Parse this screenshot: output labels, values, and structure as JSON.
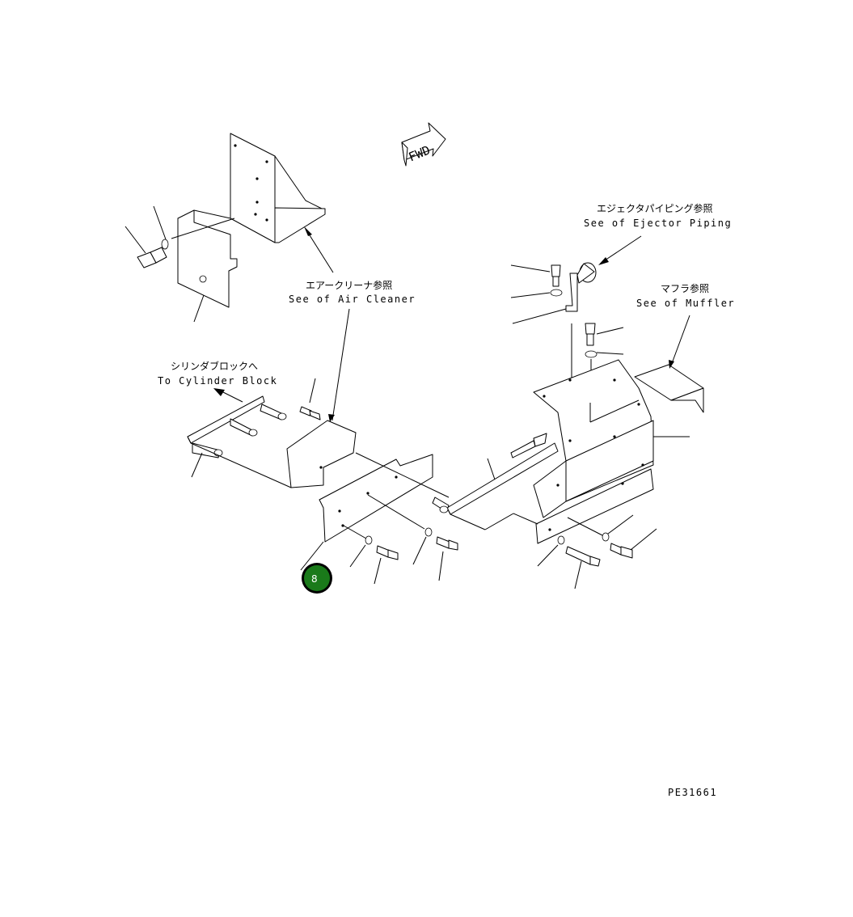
{
  "diagram": {
    "fwd_label": "FWD",
    "air_cleaner": {
      "jp": "エアークリーナ参照",
      "en": "See of Air Cleaner"
    },
    "ejector_piping": {
      "jp": "エジェクタパイピング参照",
      "en": "See of Ejector Piping"
    },
    "muffler": {
      "jp": "マフラ参照",
      "en": "See of Muffler"
    },
    "cylinder_block": {
      "jp": "シリンダブロックへ",
      "en": "To Cylinder Block"
    },
    "callout_badge": {
      "text": "8",
      "color": "#1a7a1a"
    },
    "drawing_number": "PE31661"
  }
}
